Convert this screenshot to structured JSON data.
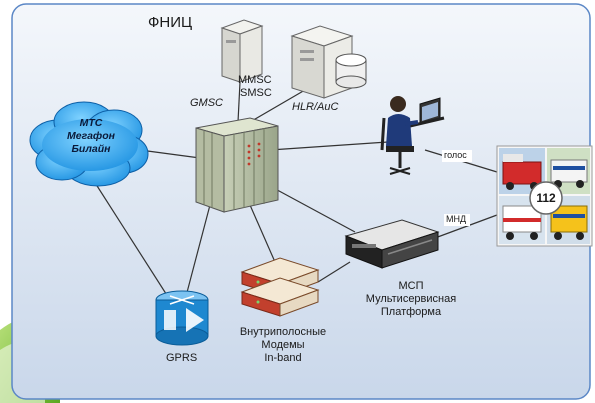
{
  "title": "ФНИЦ",
  "cloud": {
    "lines": [
      "МТС",
      "Мегафон",
      "Билайн"
    ]
  },
  "labels": {
    "gmsc": "GMSC",
    "mmsc": "MMSC",
    "smsc": "SMSC",
    "hlr": "HLR/AuC",
    "gprs": "GPRS",
    "modems": [
      "Внутриполосные",
      "Модемы",
      "In-band"
    ],
    "msp": [
      "МСП",
      "Мультисервисная",
      "Платформа"
    ],
    "voice_link": "голос",
    "mnd_link": "МНД",
    "emergency_number": "112"
  },
  "colors": {
    "accent_green": "#6cbf2a",
    "panel_border": "#5b87c6",
    "cloud_blue": "#1a9ee8"
  },
  "icons": [
    "server-rack-icon",
    "hlr-server-icon",
    "database-icon",
    "mmsc-server-icon",
    "operator-workstation-icon",
    "router-icon",
    "modem-icon",
    "msp-platform-icon",
    "emergency-vehicles-icon"
  ]
}
